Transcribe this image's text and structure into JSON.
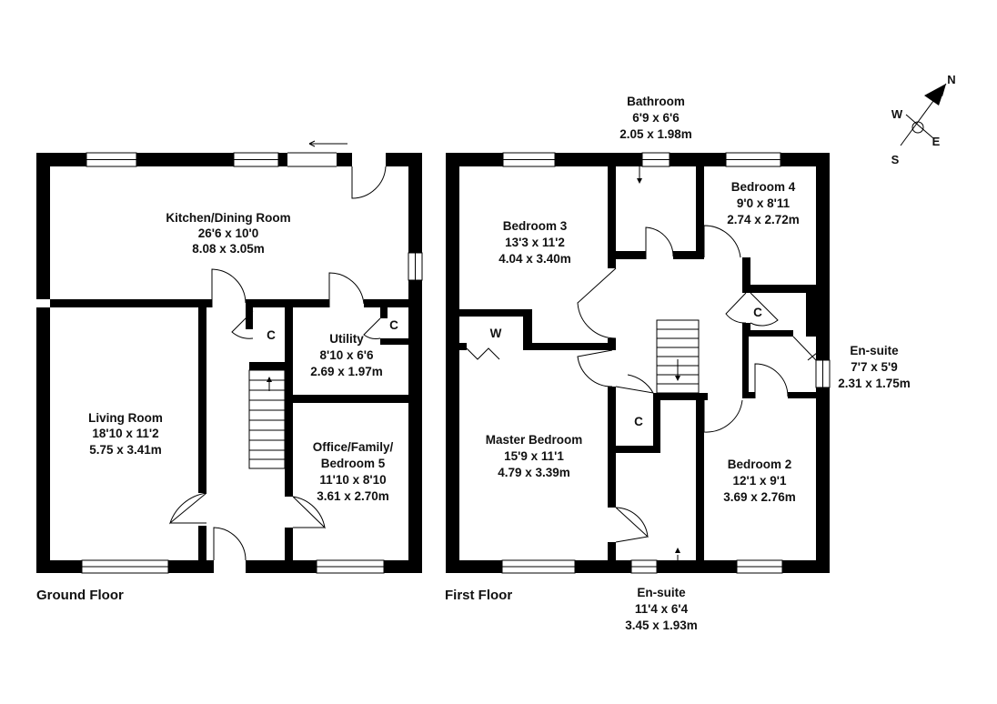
{
  "floors": [
    {
      "label": "Ground Floor",
      "rooms": [
        {
          "name": "Kitchen/Dining Room",
          "imperial": "26'6 x 10'0",
          "metric": "8.08 x 3.05m"
        },
        {
          "name": "Living Room",
          "imperial": "18'10 x 11'2",
          "metric": "5.75 x 3.41m"
        },
        {
          "name": "Utility",
          "imperial": "8'10 x 6'6",
          "metric": "2.69 x 1.97m"
        },
        {
          "name": "Office/Family/",
          "name2": "Bedroom 5",
          "imperial": "11'10 x 8'10",
          "metric": "3.61 x 2.70m"
        }
      ],
      "cupboards": [
        "C",
        "C"
      ]
    },
    {
      "label": "First Floor",
      "rooms": [
        {
          "name": "Bathroom",
          "imperial": "6'9 x 6'6",
          "metric": "2.05 x 1.98m"
        },
        {
          "name": "Bedroom 3",
          "imperial": "13'3 x 11'2",
          "metric": "4.04 x 3.40m"
        },
        {
          "name": "Bedroom 4",
          "imperial": "9'0 x 8'11",
          "metric": "2.74 x 2.72m"
        },
        {
          "name": "Master Bedroom",
          "imperial": "15'9 x 11'1",
          "metric": "4.79 x 3.39m"
        },
        {
          "name": "Bedroom 2",
          "imperial": "12'1 x 9'1",
          "metric": "3.69 x 2.76m"
        },
        {
          "name": "En-suite",
          "imperial": "7'7 x 5'9",
          "metric": "2.31 x 1.75m"
        },
        {
          "name": "En-suite",
          "imperial": "11'4 x 6'4",
          "metric": "3.45 x 1.93m"
        }
      ],
      "wardrobe": "W",
      "cupboards": [
        "C",
        "C"
      ]
    }
  ],
  "compass": {
    "n": "N",
    "s": "S",
    "e": "E",
    "w": "W"
  }
}
